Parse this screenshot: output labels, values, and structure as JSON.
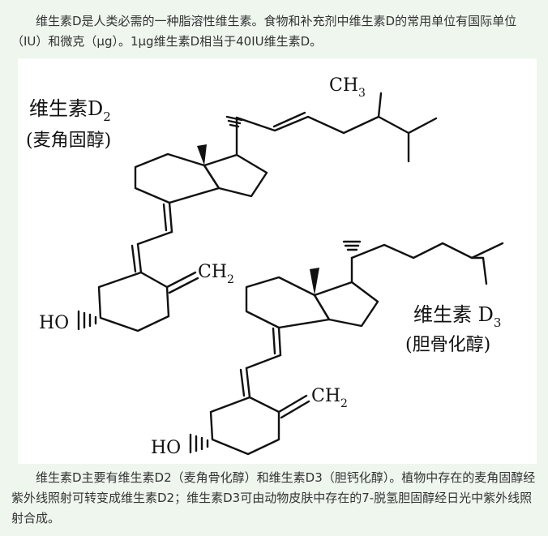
{
  "paragraphs": {
    "intro": "维生素D是人类必需的一种脂溶性维生素。食物和补充剂中维生素D的常用单位有国际单位（IU）和微克（μg）。1μg维生素D相当于40IU维生素D。",
    "outro": "维生素D主要有维生素D2（麦角骨化醇）和维生素D3（胆钙化醇）。植物中存在的麦角固醇经紫外线照射可转变成维生素D2；维生素D3可由动物皮肤中存在的7-脱氢胆固醇经日光中紫外线照射合成。"
  },
  "figure": {
    "d2": {
      "name_main": "维生素D",
      "name_sub": "2",
      "alias": "(麦角固醇)",
      "ch3_main": "CH",
      "ch3_sub": "3",
      "ch2_main": "CH",
      "ch2_sub": "2",
      "ho": "HO"
    },
    "d3": {
      "name_main": "维生素 D",
      "name_sub": "3",
      "alias": "(胆骨化醇)",
      "ch2_main": "CH",
      "ch2_sub": "2",
      "ho": "HO"
    }
  },
  "colors": {
    "page_background": "#eef6ee",
    "text": "#333333",
    "figure_background": "#ffffff"
  }
}
